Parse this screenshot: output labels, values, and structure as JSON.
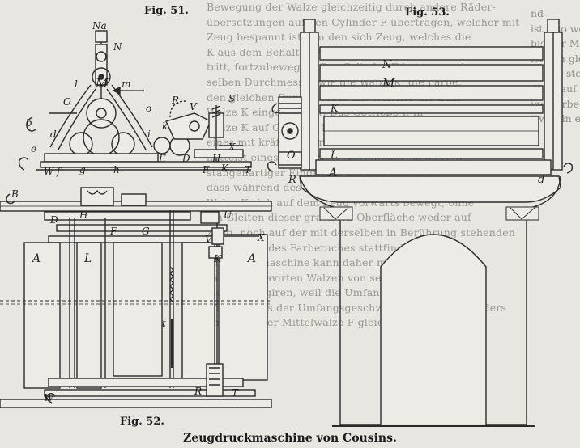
{
  "figures": {
    "fig51": "Fig. 51.",
    "fig52": "Fig. 52.",
    "fig53": "Fig. 53."
  },
  "caption": "Zeugdruckmaschine von Cousins.",
  "background_text": [
    "Bewegung der Walze gleichzeitig durch andere Räder-",
    "übersetzungen auf den Cylinder F übertragen, welcher mit",
    "Zeug bespannt ist, um den sich Zeug, welches die",
    "K aus dem Behälter P die gravirte Walze K über-",
    "tritt, fortzubewegen. Der Cylinder F hat genau den-",
    "selben Durchmesser wie die Walze K, die Farbe,",
    "den gleichen Durchmesser mit welcher die Zahl",
    "Walze K eingesetzt ist. Das Getriebe I, in",
    "Walze K auf Getriebe H, Hier ist die Achse",
    "eines mit kräftigen Druckfedern auf ihre Achse",
    "mittelst eines Getriebe H, verbunden, so dass in",
    "stangenartiger Eingriff in die Getriebe F, H,",
    "dass während des Ganges der Maschine die Oberfläche",
    "Walze K sich auf dem Zeug vorwärts bewegt, ohne",
    "ein Gleiten dieser gravirten Oberfläche weder auf",
    "Zeug, noch auf der mit derselben in Berührung stehenden",
    "Oberfläche des Farbetuches stattfindet.",
    "Die Druckmaschine kann daher mit einer grossen",
    "zahl von gravirten Walzen von sehr verschiedenem",
    "messer fungiren, weil die Umfangsgeschwindigkeit",
    "Walzen stets der Umfangsgeschwindigkeit des Cylinders",
    "und jener der Mittelwalze F gleich ist."
  ],
  "right_column": [
    "nd",
    "ist also wo",
    "bis der Maschi",
    "ist den gleiche",
    "ch mit steti",
    "die K auf",
    "ige Farbe",
    "ttwas in e"
  ],
  "drawing_labels": {
    "fig51": [
      "Na",
      "N",
      "M",
      "m",
      "l",
      "O",
      "o",
      "b",
      "d",
      "e",
      "f",
      "g",
      "h",
      "i",
      "k",
      "D",
      "E",
      "F",
      "H",
      "S",
      "V",
      "X",
      "K",
      "T",
      "R",
      "W"
    ],
    "fig52": [
      "B",
      "D",
      "A",
      "L",
      "H",
      "F",
      "G",
      "U",
      "K",
      "V",
      "X",
      "t",
      "W",
      "R",
      "T"
    ],
    "fig53": [
      "N",
      "M",
      "K",
      "A",
      "L",
      "R",
      "O",
      "d"
    ]
  }
}
